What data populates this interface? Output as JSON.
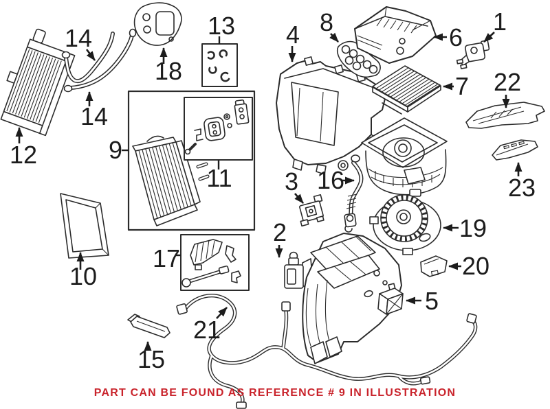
{
  "diagram": {
    "title_hint": "exploded-parts-illustration",
    "caption": "PART CAN BE FOUND AS REFERENCE # 9 IN ILLUSTRATION",
    "colors": {
      "caption": "#c9232b",
      "line": "#2b2b2b",
      "background": "#ffffff"
    },
    "callouts": {
      "n1": "1",
      "n2": "2",
      "n3": "3",
      "n4": "4",
      "n5": "5",
      "n6": "6",
      "n7": "7",
      "n8": "8",
      "n9": "9",
      "n10": "10",
      "n11": "11",
      "n12": "12",
      "n13": "13",
      "n14a": "14",
      "n14b": "14",
      "n15": "15",
      "n16": "16",
      "n17": "17",
      "n18": "18",
      "n19": "19",
      "n20": "20",
      "n21": "21",
      "n22": "22",
      "n23": "23"
    }
  }
}
